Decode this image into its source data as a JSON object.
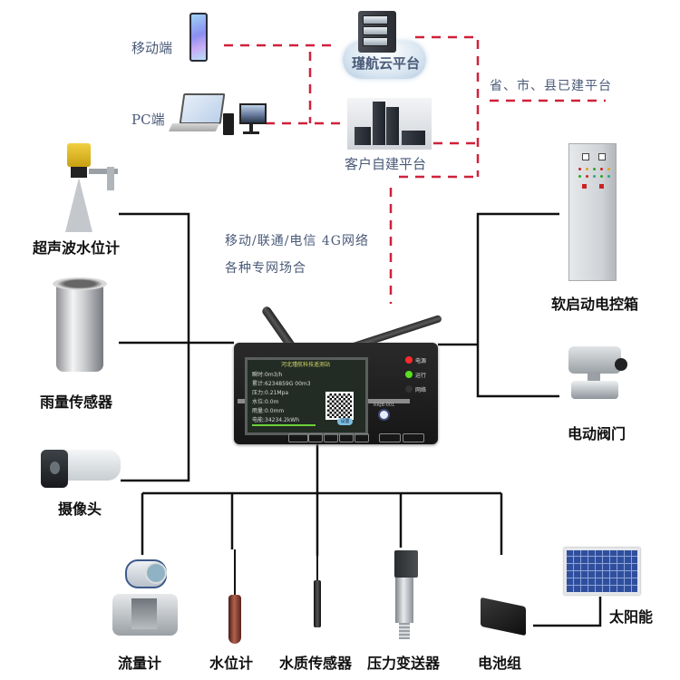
{
  "diagram": {
    "title": "水位/水质监测系统拓扑图",
    "cloud": {
      "mobile_label": "移动端",
      "pc_label": "PC端",
      "cloud_platform_label": "瑾航云平台",
      "customer_platform_label": "客户自建平台",
      "government_label": "省、市、县已建平台"
    },
    "network": {
      "line1": "移动/联通/电信 4G网络",
      "line2": "各种专网场合"
    },
    "rtu": {
      "screen_title": "河北瑾航科技遥测站",
      "screen_lines": [
        "瞬时:0m3/h",
        "累计:6234859G 00m3",
        "压力:0.21Mpa",
        "水位:0.0m",
        "雨量:0.0mm",
        "电能:34234.2kWh"
      ],
      "screen_button": "设置",
      "indicators": [
        {
          "label": "电源",
          "color": "#ff2a2a"
        },
        {
          "label": "运行",
          "color": "#58e020"
        },
        {
          "label": "网络",
          "color": "#333333"
        }
      ],
      "model": "RRJB-001"
    },
    "left_devices": [
      {
        "label": "超声波水位计",
        "icon": "radar-level-sensor-icon"
      },
      {
        "label": "雨量传感器",
        "icon": "rain-gauge-icon"
      },
      {
        "label": "摄像头",
        "icon": "camera-icon"
      }
    ],
    "right_devices": [
      {
        "label": "软启动电控箱",
        "icon": "control-cabinet-icon"
      },
      {
        "label": "电动阀门",
        "icon": "electric-valve-icon"
      }
    ],
    "bottom_devices": [
      {
        "label": "流量计",
        "icon": "flowmeter-icon"
      },
      {
        "label": "水位计",
        "icon": "water-level-probe-icon"
      },
      {
        "label": "水质传感器",
        "icon": "water-quality-sensor-icon"
      },
      {
        "label": "压力变送器",
        "icon": "pressure-transmitter-icon"
      },
      {
        "label": "电池组",
        "icon": "battery-icon"
      }
    ],
    "power": {
      "solar_label": "太阳能"
    },
    "colors": {
      "wireless_link": "#d0213a",
      "wired_link": "#111111",
      "label_text": "#4a5a78"
    }
  }
}
